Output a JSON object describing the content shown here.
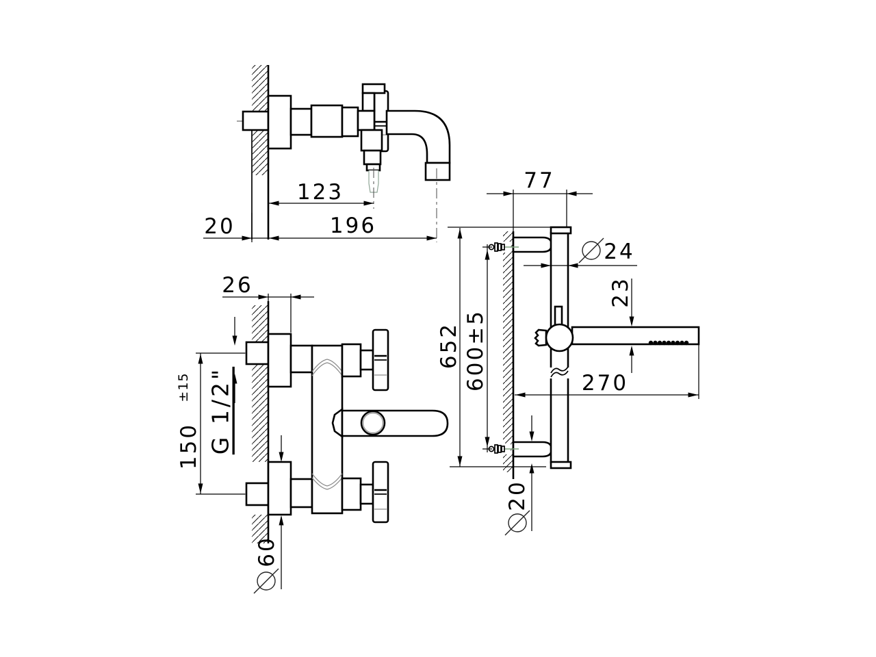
{
  "drawing": {
    "background": "#ffffff",
    "line_color": "#000000",
    "centerline_color": "#4a4a4a",
    "accent_color": "#7fa37f"
  },
  "symbols": {
    "diameter": "Ø"
  },
  "views": {
    "spout_side": {
      "dims": {
        "projection_valve": "123",
        "projection_total": "196",
        "wall_thickness": "20"
      }
    },
    "mixer_front": {
      "dims": {
        "flange_depth": "26",
        "inlet_spacing": "150",
        "inlet_spacing_tol": "±15",
        "thread_size": "G 1/2\"",
        "flange_diameter": "60"
      }
    },
    "rail_side": {
      "dims": {
        "bracket_projection": "77",
        "rail_diameter": "24",
        "handshower_diameter": "23",
        "total_height": "652",
        "rail_length": "600±5",
        "handshower_length": "270",
        "bracket_diameter": "20"
      }
    }
  }
}
